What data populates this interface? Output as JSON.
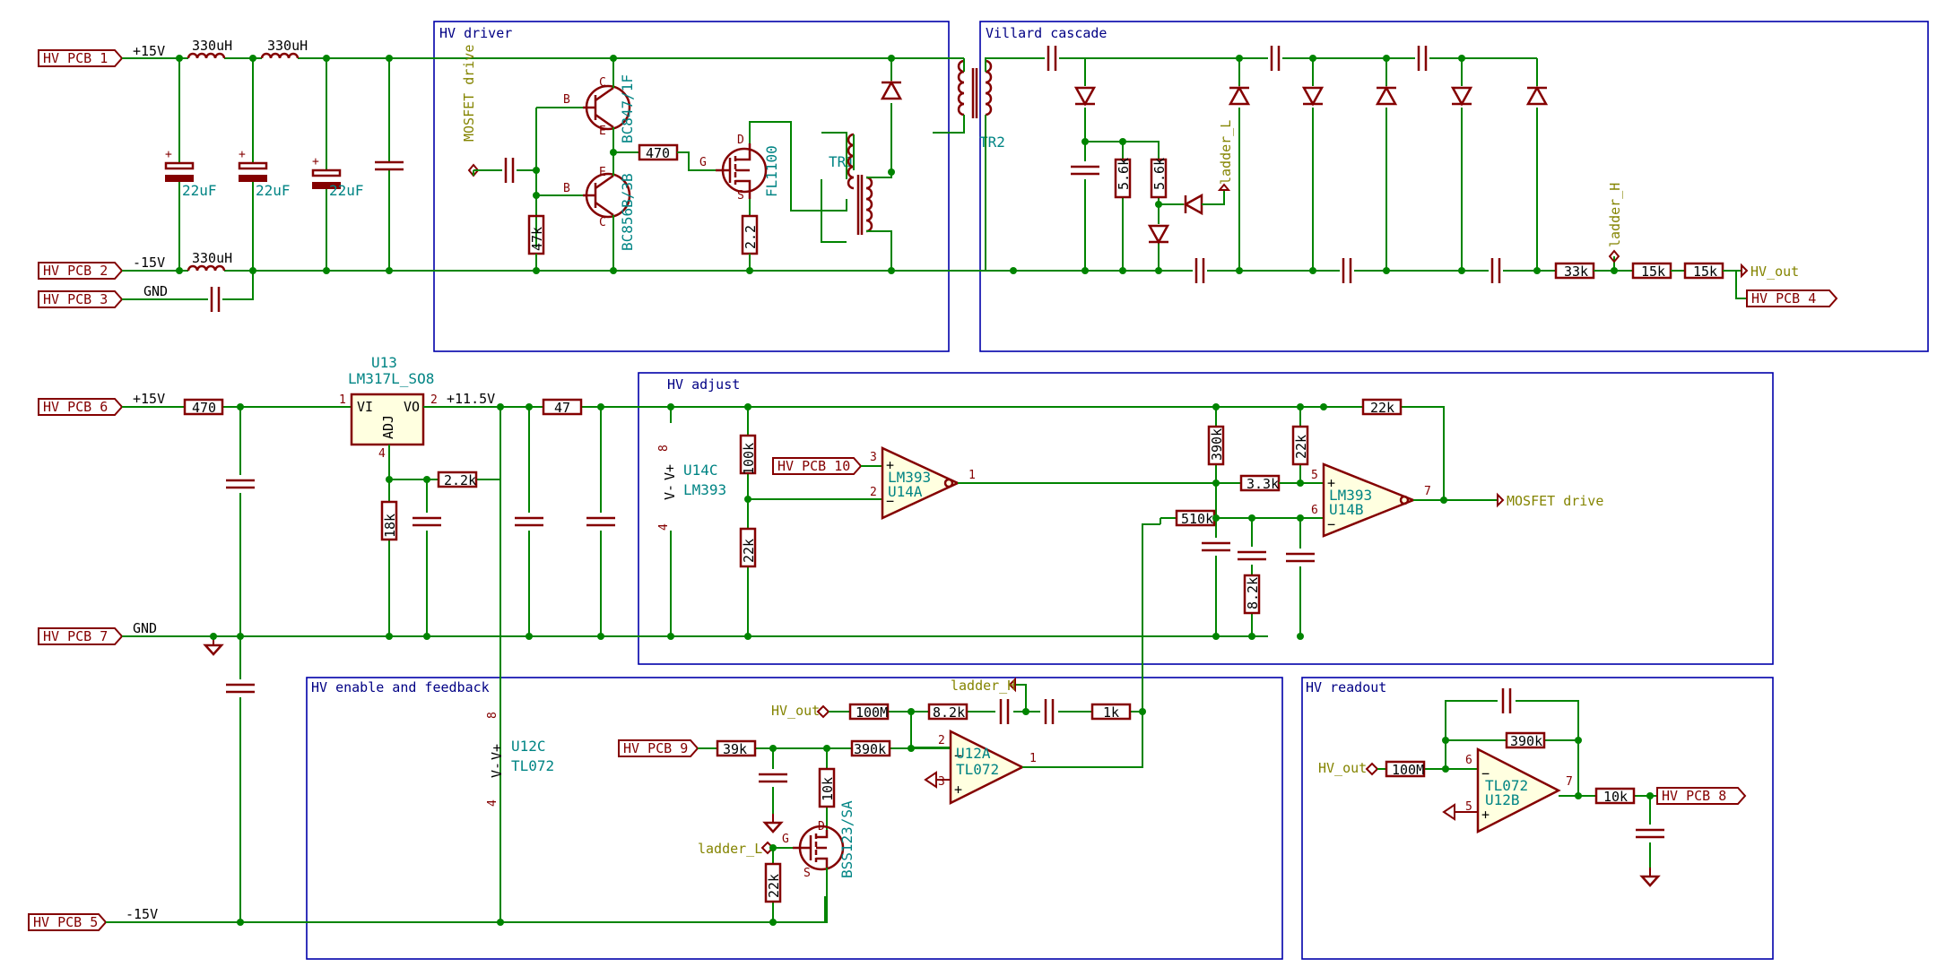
{
  "blocks": {
    "hv_driver": "HV driver",
    "villard": "Villard cascade",
    "hv_adjust": "HV adjust",
    "hv_enable": "HV enable and feedback",
    "hv_readout": "HV readout"
  },
  "ports": {
    "p1": "HV_PCB_1",
    "p2": "HV_PCB_2",
    "p3": "HV_PCB_3",
    "p4": "HV_PCB_4",
    "p5": "HV_PCB_5",
    "p6": "HV_PCB_6",
    "p7": "HV_PCB_7",
    "p8": "HV_PCB_8",
    "p9": "HV_PCB_9",
    "p10": "HV_PCB_10"
  },
  "nets": {
    "plus15": "+15V",
    "minus15": "-15V",
    "gnd": "GND",
    "plus11_5": "+11.5V",
    "mosfet_drive": "MOSFET drive",
    "hv_out": "HV_out",
    "ladder_l": "ladder_L",
    "ladder_h": "ladder_H"
  },
  "components": {
    "l1": "330uH",
    "l2": "330uH",
    "l3": "330uH",
    "c_22uf": "22uF",
    "r_470": "470",
    "r_47k": "47k",
    "r_2_2": "2.2",
    "r_56k_a": "5.6k",
    "r_56k_b": "5.6k",
    "q_npn_ref": "BC847/1F",
    "q_pnp_ref": "BC856B/3B",
    "q_fet": "FL1100",
    "tr1": "TR1",
    "tr2": "TR2",
    "r_33k": "33k",
    "r_15k_a": "15k",
    "r_15k_b": "15k",
    "r_470b": "470",
    "u13_ref": "U13",
    "u13_val": "LM317L_SO8",
    "u13_vi": "VI",
    "u13_vo": "VO",
    "u13_adj": "ADJ",
    "r_2_2k": "2.2k",
    "r_18k": "18k",
    "r_47": "47",
    "r_100k": "100k",
    "r_22k_a": "22k",
    "u14c_ref": "U14C",
    "u14c_val": "LM393",
    "u14a_val": "LM393",
    "u14a_ref": "U14A",
    "r_390k_a": "390k",
    "r_22k_b": "22k",
    "r_22k_top": "22k",
    "r_3_3k": "3.3k",
    "r_510k": "510k",
    "u14b_val": "LM393",
    "u14b_ref": "U14B",
    "r_8_2k_b": "8.2k",
    "u12c_ref": "U12C",
    "u12c_val": "TL072",
    "r_100m_a": "100M",
    "r_8_2k": "8.2k",
    "r_1k": "1k",
    "r_39k": "39k",
    "r_390k_b": "390k",
    "u12a_ref": "U12A",
    "u12a_val": "TL072",
    "r_10k_a": "10k",
    "r_22k_c": "22k",
    "q_bss": "BSS123/SA",
    "r_100m_b": "100M",
    "r_390k_c": "390k",
    "u12b_val": "TL072",
    "u12b_ref": "U12B",
    "r_10k_b": "10k"
  },
  "pins": {
    "b": "B",
    "c": "C",
    "e": "E",
    "g": "G",
    "s": "S",
    "d": "D",
    "vplus": "V+",
    "vminus": "V-",
    "n1": "1",
    "n2": "2",
    "n3": "3",
    "n4": "4",
    "n5": "5",
    "n6": "6",
    "n7": "7",
    "n8": "8"
  }
}
